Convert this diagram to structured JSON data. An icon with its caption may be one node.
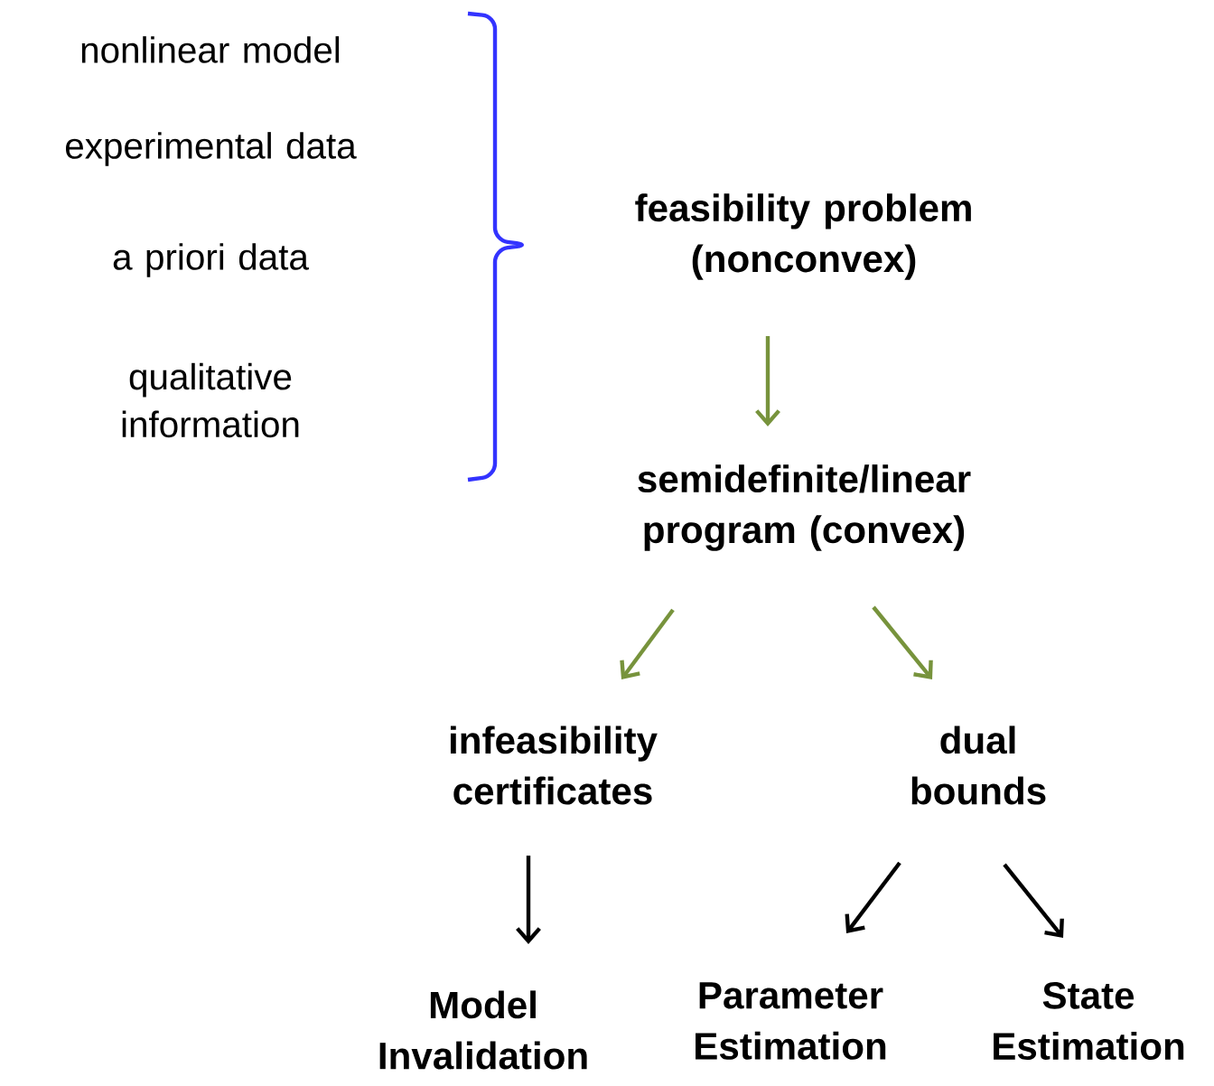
{
  "diagram": {
    "nodes": [
      {
        "text": [
          "feasibility problem (nonconvex)"
        ]
      },
      {
        "text": [
          "semidefinite/linear program (convex)"
        ]
      },
      {
        "text": [
          "infeasibility certificates"
        ]
      },
      {
        "text": [
          "dual bounds"
        ]
      },
      {
        "text": [
          "Model Invalidation"
        ]
      },
      {
        "text": [
          "Parameter Estimation"
        ]
      },
      {
        "text": [
          "State Estimation"
        ]
      }
    ],
    "edges": [
      {
        "from": 0,
        "to": 1,
        "arrow": "to",
        "color": "#77933c"
      },
      {
        "from": 1,
        "to": 2,
        "arrow": "to",
        "color": "#77933c"
      },
      {
        "from": 1,
        "to": 3,
        "arrow": "to",
        "color": "#77933c"
      },
      {
        "from": 2,
        "to": 4,
        "arrow": "to",
        "color": "#000000"
      },
      {
        "from": 3,
        "to": 5,
        "arrow": "to",
        "color": "#000000"
      },
      {
        "from": 3,
        "to": 6,
        "arrow": "to",
        "color": "#000000"
      }
    ],
    "labels": [
      "nonlinear model",
      "experimental data",
      "a priori data",
      "qualitative information"
    ]
  }
}
